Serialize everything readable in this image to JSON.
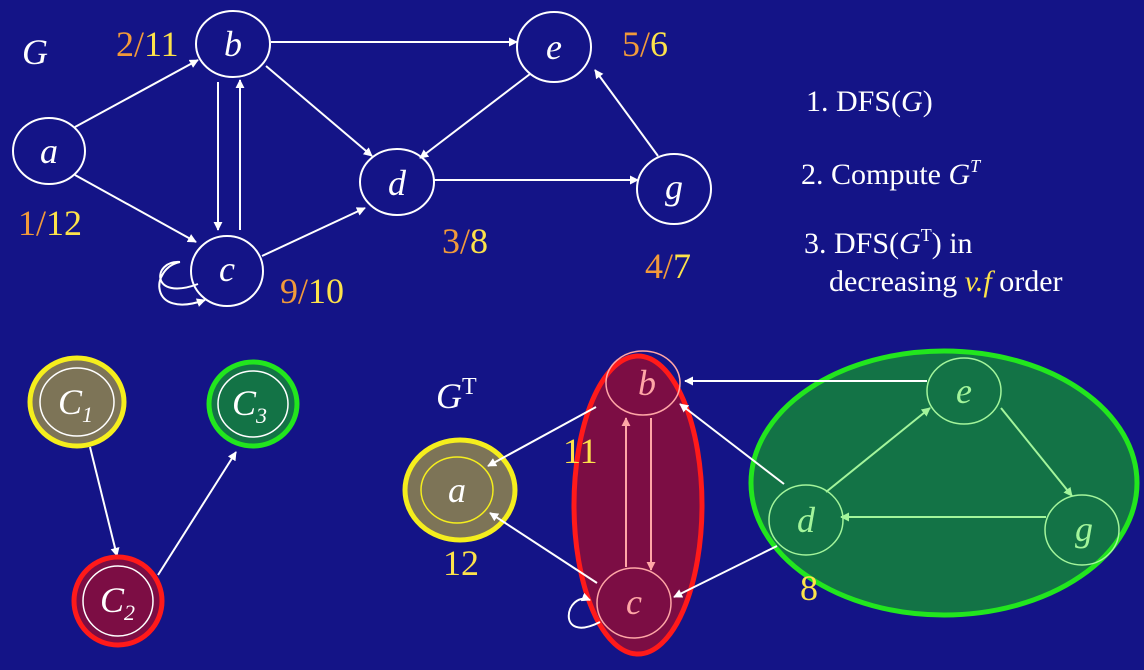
{
  "graph_label": "G",
  "transpose_label": "G",
  "transpose_sup": "T",
  "nodes": {
    "a": "a",
    "b": "b",
    "c": "c",
    "d": "d",
    "e": "e",
    "g": "g"
  },
  "times": {
    "a": {
      "d": "1",
      "sep": "/",
      "f": "12"
    },
    "b": {
      "d": "2",
      "sep": "/",
      "f": "11"
    },
    "c": {
      "d": "9",
      "sep": "/",
      "f": "10"
    },
    "d": {
      "d": "3",
      "sep": "/",
      "f": "8"
    },
    "e": {
      "d": "5",
      "sep": "/",
      "f": "6"
    },
    "g": {
      "d": "4",
      "sep": "/",
      "f": "7"
    }
  },
  "steps": {
    "s1_prefix": "1. DFS(",
    "s1_var": "G",
    "s1_suffix": ")",
    "s2_prefix": "2.  Compute ",
    "s2_var": "G",
    "s2_sup": "T",
    "s3_prefix": "3. DFS(",
    "s3_var": "G",
    "s3_sup": "T",
    "s3_suffix": ") in",
    "s3_line2_prefix": "decreasing ",
    "s3_line2_var": "v.f",
    "s3_line2_suffix": " order"
  },
  "components": {
    "c1": {
      "base": "C",
      "sub": "1"
    },
    "c2": {
      "base": "C",
      "sub": "2"
    },
    "c3": {
      "base": "C",
      "sub": "3"
    }
  },
  "transpose_roots": {
    "b": "11",
    "a": "12",
    "d": "8"
  },
  "colors": {
    "background": "#141487",
    "white": "#ffffff",
    "orange": "#f29a3a",
    "yellow": "#fde24a",
    "scc_yellow_fill": "#7d7457",
    "scc_yellow_stroke": "#f5ee1d",
    "scc_red_fill": "#7c0d44",
    "scc_red_stroke": "#ff1a1a",
    "scc_green_fill": "#137346",
    "scc_green_stroke": "#22e61e",
    "pink": "#ffa6a6",
    "light_green": "#a3f59b"
  }
}
